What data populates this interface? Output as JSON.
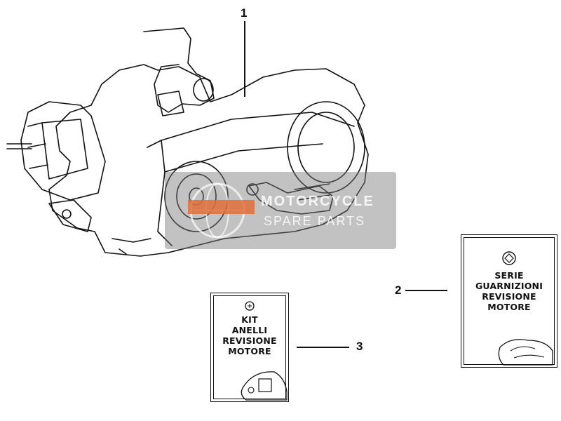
{
  "callouts": [
    {
      "number": "1"
    },
    {
      "number": "2"
    },
    {
      "number": "3"
    }
  ],
  "booklet_2": {
    "lines": [
      "SERIE",
      "GUARNIZIONI",
      "REVISIONE",
      "MOTORE"
    ]
  },
  "booklet_3": {
    "lines": [
      "KIT",
      "ANELLI",
      "REVISIONE",
      "MOTORE"
    ]
  },
  "watermark": {
    "line1": "MOTORCYCLE",
    "line2": "SPARE PARTS"
  },
  "colors": {
    "line": "#111111",
    "watermark_orange": "#e0703a"
  }
}
